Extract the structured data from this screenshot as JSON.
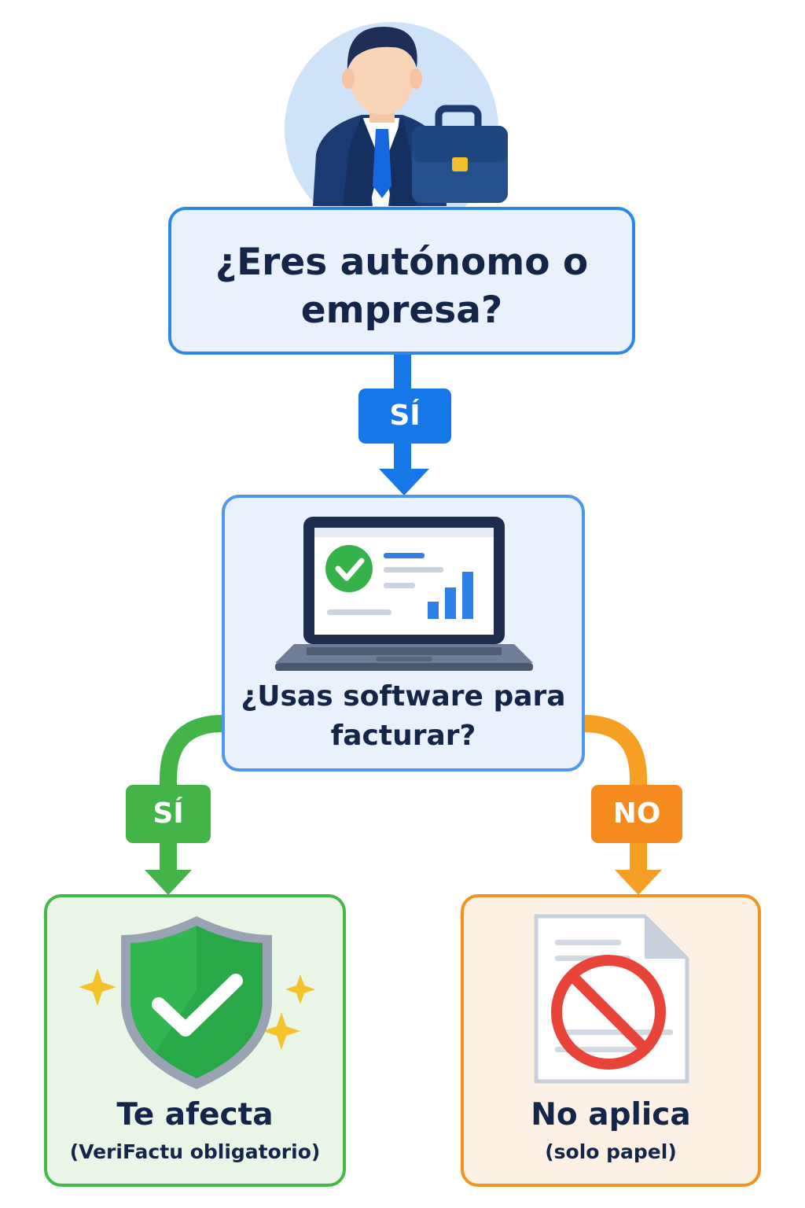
{
  "nodes": {
    "question_1": "¿Eres autónomo o empresa?",
    "question_2": "¿Usas software para facturar?",
    "result_yes": {
      "title": "Te afecta",
      "subtitle": "(VeriFactu obligatorio)"
    },
    "result_no": {
      "title": "No aplica",
      "subtitle": "(solo papel)"
    }
  },
  "edges": {
    "q1_to_q2": "SÍ",
    "q2_to_yes": "SÍ",
    "q2_to_no": "NO"
  },
  "icons": {
    "top": "businessman-with-briefcase-icon",
    "q2": "laptop-with-checkmark-chart-icon",
    "yes": "green-shield-checkmark-icon",
    "no": "document-prohibited-icon"
  },
  "colors": {
    "primary_blue": "#1677e8",
    "yes_green": "#43b447",
    "no_orange": "#f58a1e",
    "prohibit_red": "#e9443a",
    "text_dark": "#14254a"
  }
}
